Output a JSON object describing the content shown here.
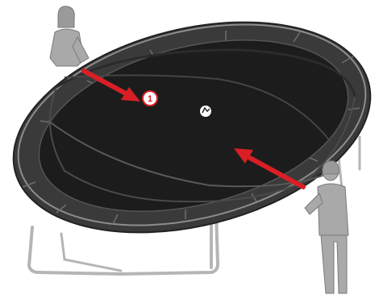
{
  "figure": {
    "kind": "assembly-instruction-illustration",
    "subject": "trampoline-safety-net-mat-installation",
    "step_marker": {
      "label": "1"
    },
    "arrows": [
      {
        "name": "arrow-from-left-person",
        "points_to": "step-marker"
      },
      {
        "name": "arrow-from-right-person",
        "points_to": "mat-center"
      }
    ],
    "people": 2,
    "colors": {
      "mat": "#1c1c1c",
      "frame_pad": "#3a3a3a",
      "pad_highlight": "#8d8d8d",
      "legs": "#b5b5b5",
      "person": "#a9a9a9",
      "arrow": "#d81f26",
      "background": "#ffffff"
    },
    "icons": [
      "mat-center-logo-icon"
    ]
  }
}
